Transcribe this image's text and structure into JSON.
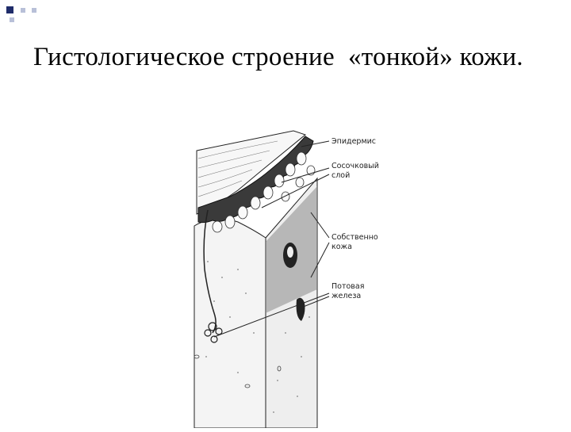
{
  "slide": {
    "title": "Гистологическое строение  «тонкой» кожи."
  },
  "diagram": {
    "labels": {
      "epidermis": "Эпидермис",
      "papillary_1": "Сосочковый",
      "papillary_2": "слой",
      "dermis_1": "Собственно",
      "dermis_2": "кожа",
      "sweat_1": "Потовая",
      "sweat_2": "железа"
    }
  },
  "colors": {
    "square_dark": "#1f2c6a",
    "square_light": "#b8c0d8",
    "line": "#222222"
  }
}
